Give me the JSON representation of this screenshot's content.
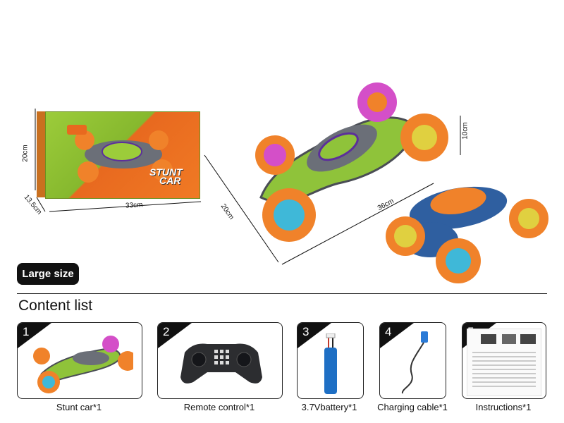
{
  "hero": {
    "box_dims": {
      "height": "20cm",
      "width": "33cm",
      "depth": "13.5cm"
    },
    "box_text": {
      "stunt": "STUNT",
      "car": "CAR"
    },
    "car_dims": {
      "length": "36cm",
      "width": "20cm",
      "height": "10cm"
    }
  },
  "section_label": "Large size",
  "content_title": "Content  list",
  "items": [
    {
      "number": "1",
      "caption": "Stunt car*1"
    },
    {
      "number": "2",
      "caption": "Remote control*1"
    },
    {
      "number": "3",
      "caption": "3.7Vbattery*1"
    },
    {
      "number": "4",
      "caption": "Charging cable*1"
    },
    {
      "number": "5",
      "caption": "Instructions*1"
    }
  ],
  "colors": {
    "box_green": "#9ccc3a",
    "box_orange": "#f07a24",
    "car_green": "#8fc33a",
    "car_gray": "#6b6f78",
    "wheel_orange": "#f0822a",
    "wheel_pink": "#d44fc8",
    "car_blue": "#2f5fa0",
    "dark": "#111111"
  }
}
